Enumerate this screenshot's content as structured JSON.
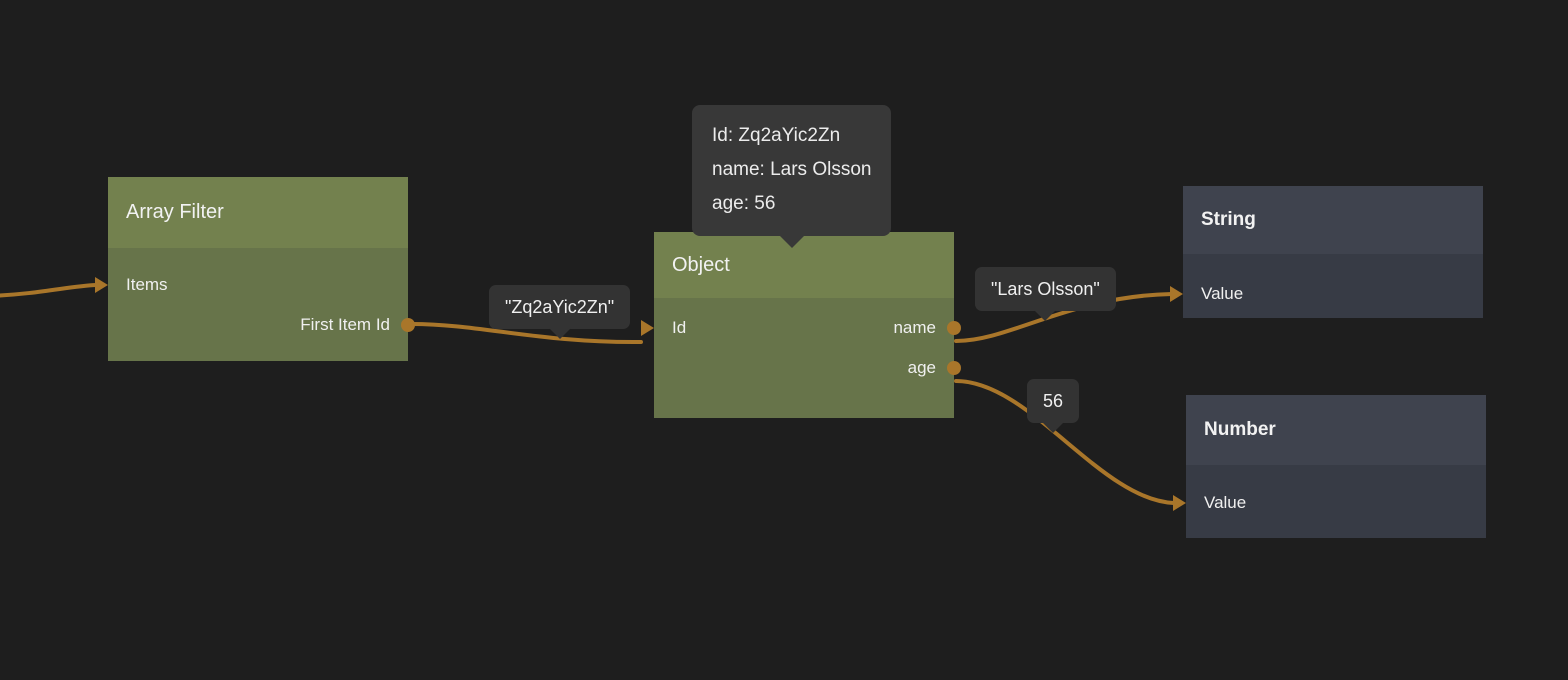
{
  "canvas": {
    "background": "#1e1e1e",
    "edge_color": "#a9762a"
  },
  "nodes": [
    {
      "id": "array-filter",
      "type": "green",
      "title": "Array Filter",
      "inputs": [
        {
          "label": "Items"
        }
      ],
      "outputs": [
        {
          "label": "First Item Id"
        }
      ]
    },
    {
      "id": "object",
      "type": "green",
      "title": "Object",
      "inputs": [
        {
          "label": "Id"
        }
      ],
      "outputs": [
        {
          "label": "name"
        },
        {
          "label": "age"
        }
      ]
    },
    {
      "id": "string",
      "type": "dark",
      "title": "String",
      "inputs": [
        {
          "label": "Value"
        }
      ],
      "outputs": []
    },
    {
      "id": "number",
      "type": "dark",
      "title": "Number",
      "inputs": [
        {
          "label": "Value"
        }
      ],
      "outputs": []
    }
  ],
  "edge_labels": [
    {
      "id": "first-item-id",
      "text": "\"Zq2aYic2Zn\""
    },
    {
      "id": "name-value",
      "text": "\"Lars Olsson\""
    },
    {
      "id": "age-value",
      "text": "56"
    }
  ],
  "tooltip": {
    "id": "object-preview",
    "lines": [
      "Id: Zq2aYic2Zn",
      "name: Lars Olsson",
      "age: 56"
    ]
  }
}
